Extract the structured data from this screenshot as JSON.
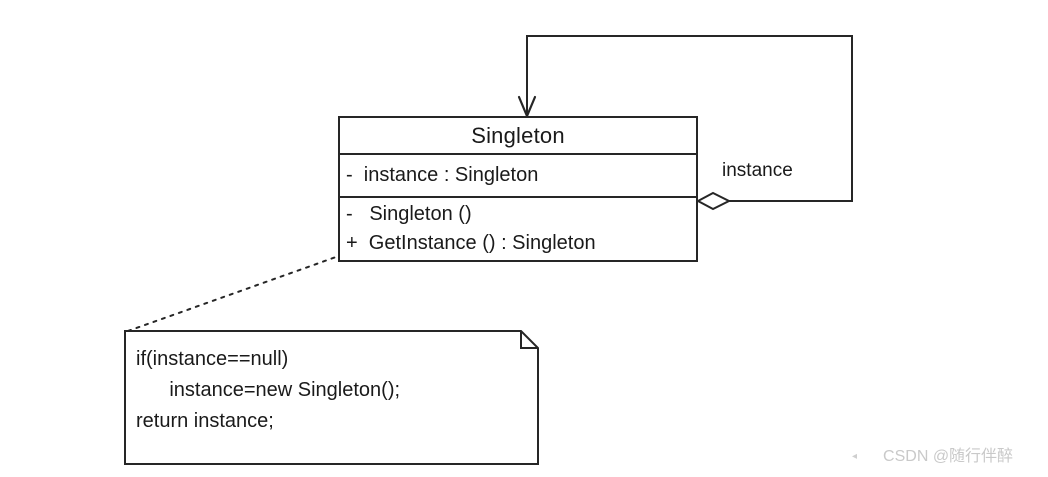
{
  "diagram": {
    "type": "uml-class-diagram",
    "title": "Singleton pattern class diagram",
    "background_color": "#ffffff",
    "line_color": "#262626",
    "text_color": "#1a1a1a",
    "class_box": {
      "name": "Singleton",
      "attributes": [
        "-  instance : Singleton"
      ],
      "operations": [
        "-   Singleton ()",
        "+  GetInstance () : Singleton"
      ]
    },
    "association": {
      "label": "instance",
      "end_marker": "hollow-diamond-aggregation",
      "arrow_marker": "open-arrowhead"
    },
    "note": {
      "lines": [
        "if(instance==null)",
        "      instance=new Singleton();",
        "return instance;"
      ],
      "connector": "dashed-line"
    }
  },
  "watermark": {
    "caret": "◂",
    "text": "CSDN @随行伴醉",
    "color": "#c9c9c9"
  }
}
